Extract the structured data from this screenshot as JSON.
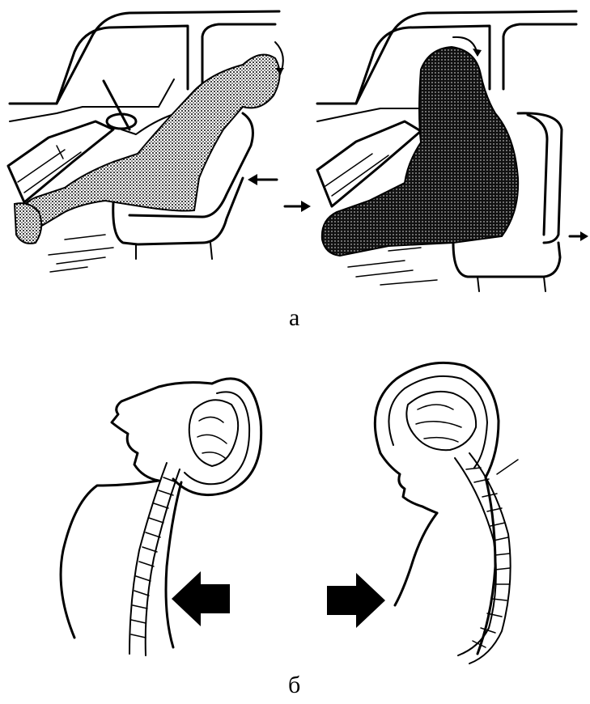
{
  "figure": {
    "labels": {
      "a": "а",
      "b": "б"
    },
    "panels": [
      {
        "name": "car-occupant-extension",
        "icon": "car-seat-hyperextension-illustration"
      },
      {
        "name": "car-occupant-flexion",
        "icon": "car-seat-hyperflexion-illustration"
      },
      {
        "name": "head-spine-extension",
        "icon": "spine-extension-illustration"
      },
      {
        "name": "head-spine-flexion",
        "icon": "spine-flexion-illustration"
      }
    ],
    "colors": {
      "ink": "#000000",
      "background": "#ffffff",
      "shade": "#555555"
    }
  }
}
